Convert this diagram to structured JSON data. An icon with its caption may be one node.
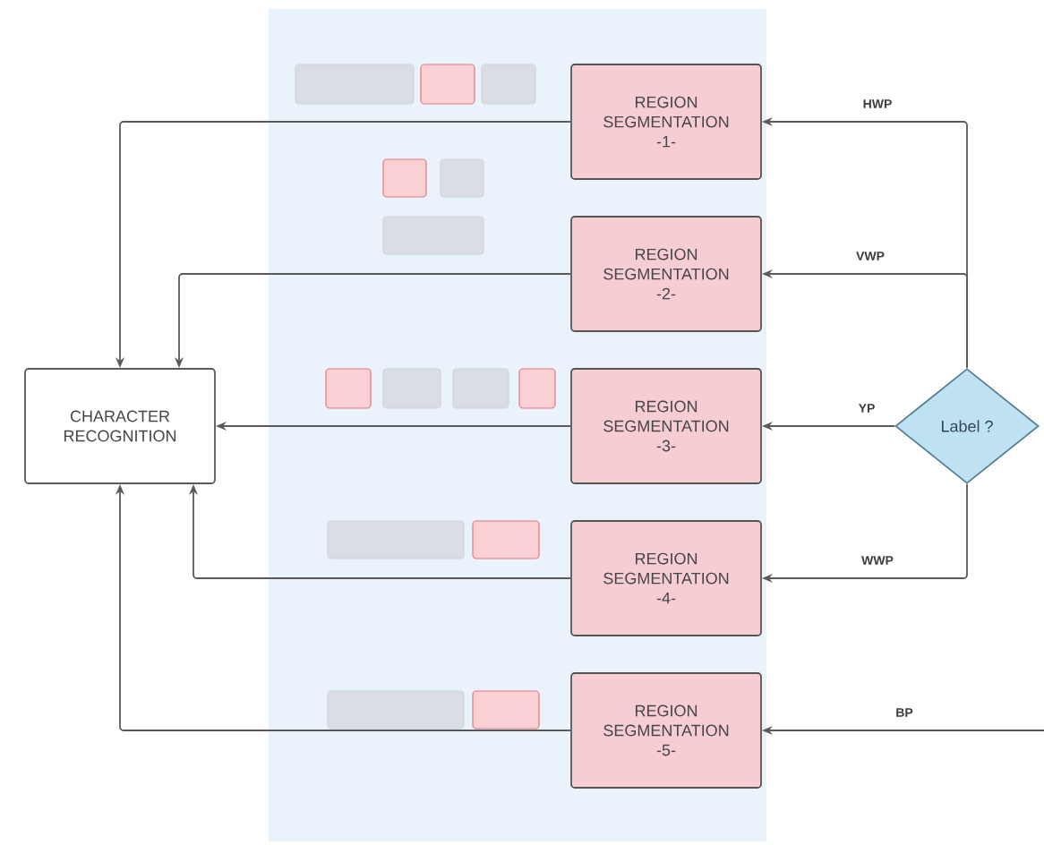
{
  "diagram": {
    "nodes": [
      {
        "text": [
          "CHARACTER RECOGNITION"
        ]
      },
      {
        "text": [
          "REGION SEGMENTATION -1-"
        ]
      },
      {
        "text": [
          "REGION SEGMENTATION -2-"
        ]
      },
      {
        "text": [
          "REGION SEGMENTATION -3-"
        ]
      },
      {
        "text": [
          "REGION SEGMENTATION -4-"
        ]
      },
      {
        "text": [
          "REGION SEGMENTATION -5-"
        ]
      },
      {
        "text": [
          "Label ?"
        ]
      }
    ],
    "edges": [
      {
        "from": 1,
        "to": 0,
        "arrow": "to"
      },
      {
        "from": 2,
        "to": 0,
        "arrow": "to"
      },
      {
        "from": 3,
        "to": 0,
        "arrow": "to"
      },
      {
        "from": 4,
        "to": 0,
        "arrow": "to"
      },
      {
        "from": 5,
        "to": 0,
        "arrow": "to"
      },
      {
        "from": 6,
        "to": 1,
        "arrow": "to",
        "label": "HWP"
      },
      {
        "from": 6,
        "to": 2,
        "arrow": "to",
        "label": "VWP"
      },
      {
        "from": 6,
        "to": 3,
        "arrow": "to",
        "label": "YP"
      },
      {
        "from": 6,
        "to": 4,
        "arrow": "to",
        "label": "WWP"
      },
      {
        "from": null,
        "to": 5,
        "arrow": "to",
        "label": "BP"
      }
    ]
  }
}
